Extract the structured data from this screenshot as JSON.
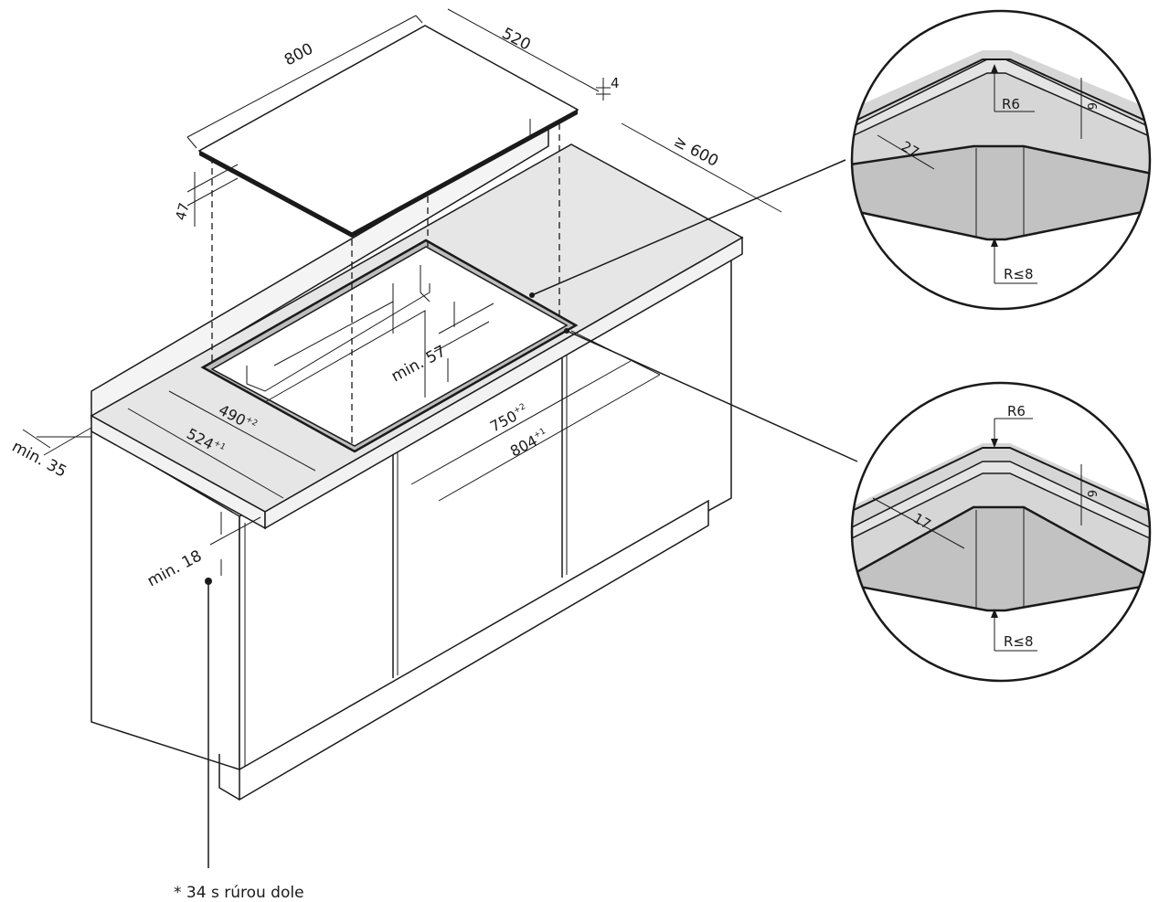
{
  "dimensions": {
    "hob_width": "800",
    "hob_depth": "520",
    "glass_thickness": "4",
    "hob_height": "47",
    "worktop_depth": "≥ 600",
    "min_clearance_below_glass": "min. 57",
    "cutout_depth": "490",
    "cutout_depth_tolerance": "+2",
    "rebate_depth": "524",
    "rebate_depth_tolerance": "+1",
    "cutout_width": "750",
    "cutout_width_tolerance": "+2",
    "rebate_width": "804",
    "rebate_width_tolerance": "+1",
    "min_front_distance": "min. 35",
    "min_worktop_thickness": "min. 18"
  },
  "detail_top": {
    "outer_radius": "R6",
    "rebate_depth": "6",
    "rebate_width": "27",
    "inner_radius": "R≤8"
  },
  "detail_bottom": {
    "outer_radius": "R6",
    "rebate_depth": "6",
    "rebate_width": "17",
    "inner_radius": "R≤8"
  },
  "footnote": "* 34 s rúrou dole",
  "colors": {
    "line": "#1a1a1a",
    "worktop_top": "#e6e6e6",
    "worktop_edge": "#f2f2f2",
    "hob_glass": "#ffffff",
    "detail_worktop": "#d6d6d6",
    "detail_cut": "#c2c2c2"
  }
}
